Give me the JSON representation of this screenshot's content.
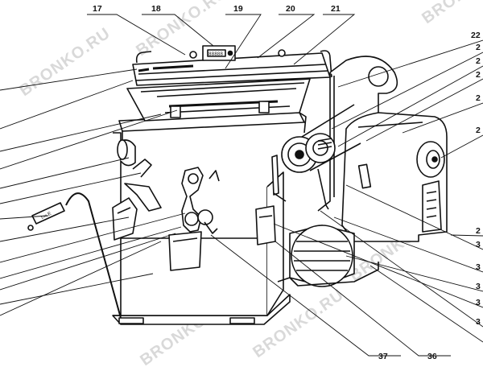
{
  "watermark_text": "BRONKO.RU",
  "top_callouts": [
    "17",
    "18",
    "19",
    "20",
    "21"
  ],
  "right_callouts_partial": [
    "22",
    "2",
    "2",
    "2",
    "2",
    "2",
    "2",
    "3",
    "3",
    "3",
    "3",
    "3"
  ],
  "bottom_callouts": [
    "37",
    "36"
  ],
  "control_panel_display": "88888"
}
